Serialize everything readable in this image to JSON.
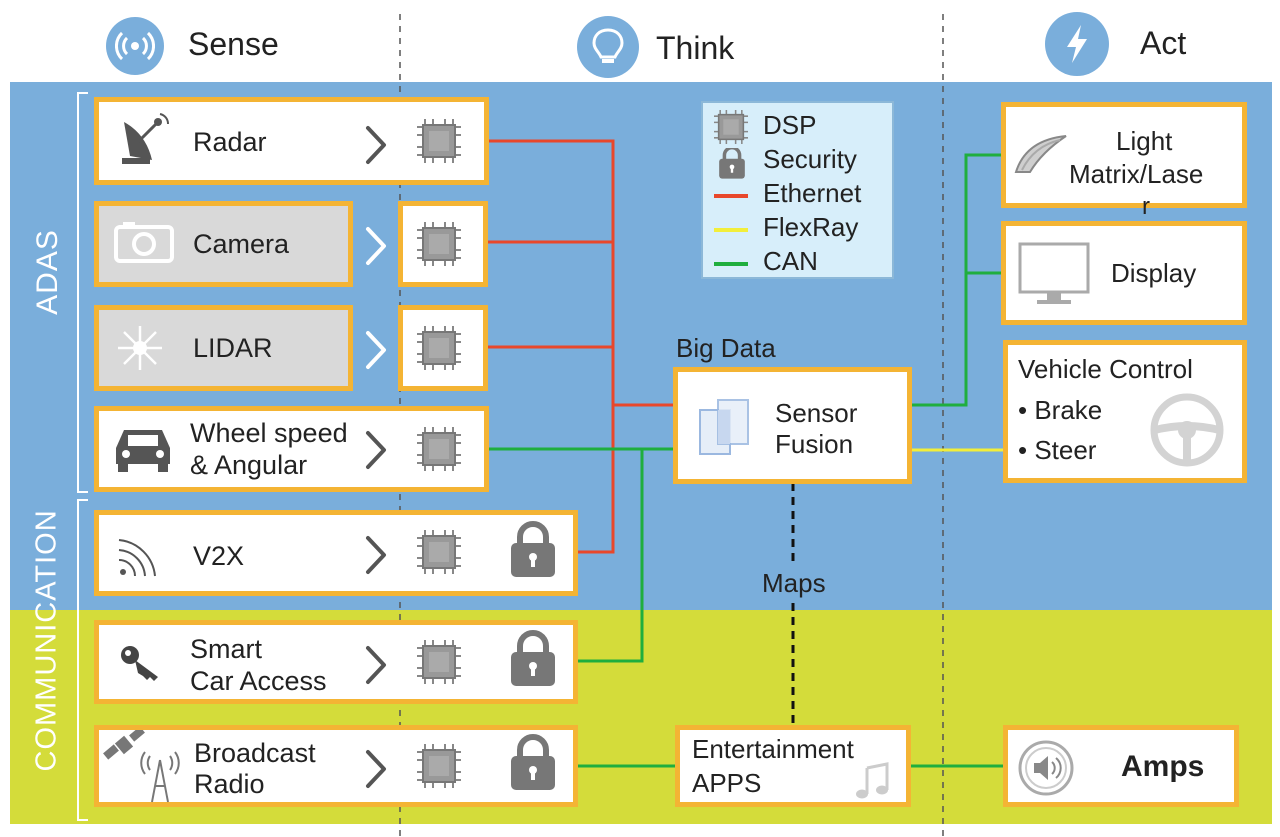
{
  "headers": {
    "sense": "Sense",
    "think": "Think",
    "act": "Act"
  },
  "side_labels": {
    "adas": "ADAS",
    "communication": "COMMUNICATION"
  },
  "sensors": {
    "radar": "Radar",
    "camera": "Camera",
    "lidar": "LIDAR",
    "wheel_speed_line1": "Wheel speed",
    "wheel_speed_line2": "& Angular",
    "v2x": "V2X",
    "smart_access_line1": "Smart",
    "smart_access_line2": "Car Access",
    "broadcast_line1": "Broadcast",
    "broadcast_line2": "Radio"
  },
  "legend": {
    "dsp": "DSP",
    "security": "Security",
    "ethernet": "Ethernet",
    "flexray": "FlexRay",
    "can": "CAN"
  },
  "center": {
    "big_data": "Big Data",
    "sensor_fusion_line1": "Sensor",
    "sensor_fusion_line2": "Fusion",
    "maps": "Maps",
    "entertainment_line1": "Entertainment",
    "entertainment_line2": "APPS"
  },
  "actuators": {
    "light_line1": "Light",
    "light_line2": "Matrix/Lase",
    "light_line3": "r",
    "display": "Display",
    "vehicle_control": "Vehicle Control",
    "brake": "• Brake",
    "steer": "• Steer",
    "amps": "Amps"
  },
  "colors": {
    "ethernet": "#e8472b",
    "flexray": "#f2ee3a",
    "can": "#1fae3e",
    "box_border": "#f4b434",
    "blue_band": "#7aaedb",
    "green_band": "#d4dc3a"
  }
}
